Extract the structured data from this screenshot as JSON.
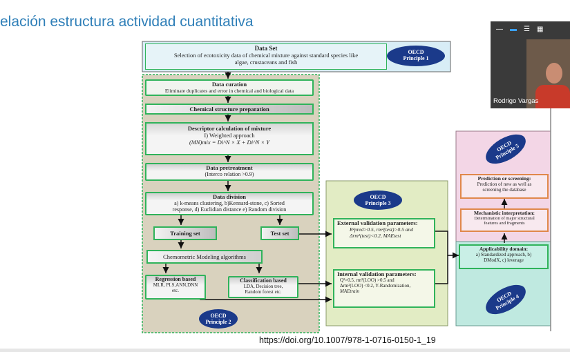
{
  "slide": {
    "title": "elación estructura actividad cuantitativa",
    "footer_url": "https://doi.org/10.1007/978-1-0716-0150-1_19"
  },
  "diagram": {
    "dataset": {
      "title": "Data Set",
      "text1": "Selection of ecotoxicity data of chemical mixture against standard species like",
      "text2": "algae, crustaceans and fish"
    },
    "oecd1": {
      "l1": "OECD",
      "l2": "Principle 1"
    },
    "curation": {
      "title": "Data curation",
      "text": "Eliminate duplicates and error in chemical and biological data"
    },
    "chem_prep": {
      "title": "Chemical structure preparation"
    },
    "descriptor": {
      "title": "Descriptor  calculation of mixture",
      "line1": "I) Weighted approach",
      "formula": "(MN)mix = Di^N × X + Di^N × Y"
    },
    "pretreatment": {
      "title": "Data pretreatment",
      "text": "(Interco relation >0.9)"
    },
    "division": {
      "title": "Data division",
      "line1": "a) k-means clustering, b)Kennard-stone, c) Sorted",
      "line2": "response, d) Euclidian distance e) Random division"
    },
    "training": {
      "title": "Training set"
    },
    "test": {
      "title": "Test set"
    },
    "chemometric": {
      "title": "Chemometric Modeling algorithms"
    },
    "regression": {
      "title": "Regression based",
      "line1": "MLR, PLS,ANN,DNN",
      "line2": "etc."
    },
    "classification": {
      "title": "Classification based",
      "line1": "LDA,     Decision     tree,",
      "line2": "Random forest etc."
    },
    "oecd2": {
      "l1": "OECD",
      "l2": "Principle 2"
    },
    "oecd3": {
      "l1": "OECD",
      "l2": "Principle 3"
    },
    "external": {
      "title": "External validation parameters:",
      "line1": "R²pred>0.5, rm²(test)>0.5 and",
      "line2": "Δrm²(test)<0.2,  MAEtest"
    },
    "internal": {
      "title": "Internal validation parameters:",
      "line1": "Q²>0.5,       rm²(LOO)     >0.5       and",
      "line2": "Δrm²(LOO)  <0.2,   Y-Randomization,",
      "line3": "MAEtrain"
    },
    "oecd5": {
      "l1": "OECD",
      "l2": "Principle 5"
    },
    "prediction": {
      "title": "Prediction or screening:",
      "line1": "Prediction of new as well as",
      "line2": "screening the database"
    },
    "mechanistic": {
      "title": "Mechanistic interpretation:",
      "line1": "Determination of major structural",
      "line2": "features and fragments"
    },
    "applicability": {
      "title": "Applicability domain:",
      "line1": "a) Standardized approach, b)",
      "line2": "DModX, c) leverage"
    },
    "oecd4": {
      "l1": "OECD",
      "l2": "Principle 4"
    }
  },
  "video": {
    "participant_name": "Rodrigo Vargas"
  },
  "colors": {
    "title_blue": "#2f7fb8",
    "oecd_navy": "#1b3a8a",
    "box_green": "#2fb35a",
    "panel_tan": "#d9d2be",
    "panel_yellowgreen": "#e2ecc4",
    "panel_blue": "#cfe6f2",
    "panel_pink": "#f3d6e6",
    "panel_teal": "#bfe9e0"
  }
}
